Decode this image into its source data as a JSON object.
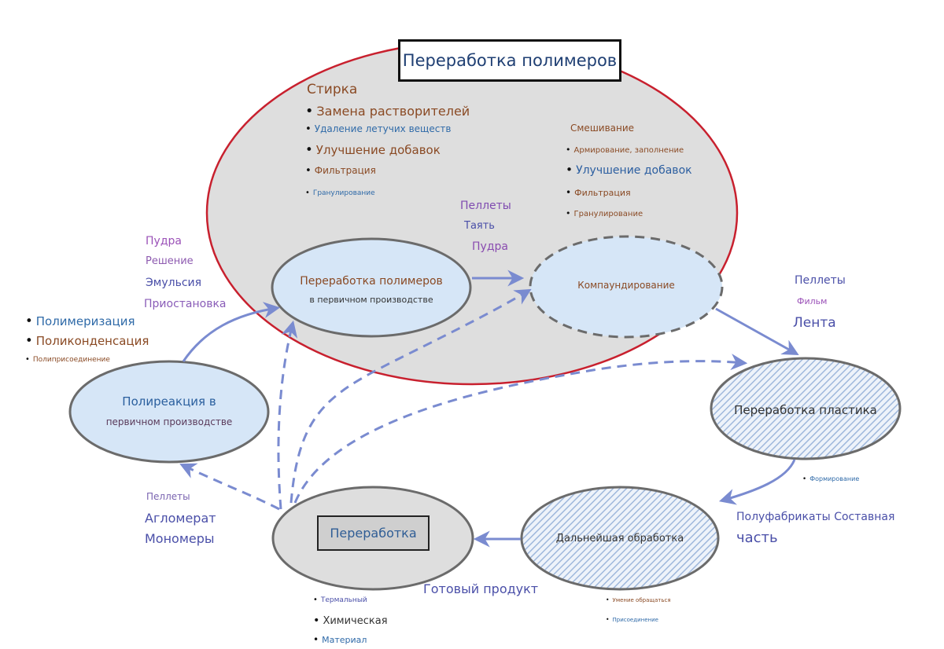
{
  "title": "Переработка полимеров",
  "colors": {
    "main_ellipse_fill": "#dedede",
    "main_ellipse_border": "#c8202e",
    "node_fill": "#d6e6f7",
    "node_border": "#6b6b6b",
    "arrow": "#7a8bd0",
    "hatch": "#9fb8dc"
  },
  "washing": {
    "heading": "Стирка",
    "items": [
      "Замена растворителей",
      "Удаление летучих веществ",
      "Улучшение добавок",
      "Фильтрация",
      "Гранулирование"
    ]
  },
  "mixing": {
    "heading": "Смешивание",
    "items": [
      "Армирование, заполнение",
      "Улучшение добавок",
      "Фильтрация",
      "Гранулирование"
    ]
  },
  "transfer_to_compounding": [
    "Пеллеты",
    "Таять",
    "Пудра"
  ],
  "nodes": {
    "primary_processing": {
      "line1": "Переработка полимеров",
      "line2": "в первичном производстве"
    },
    "compounding": {
      "label": "Компаундирование"
    },
    "polyreaction": {
      "line1": "Полиреакция в",
      "line2": "первичном производстве"
    },
    "plastic_processing": {
      "label": "Переработка пластика"
    },
    "further_processing": {
      "label": "Дальнейшая обработка"
    },
    "recycling": {
      "label": "Переработка"
    }
  },
  "polyreaction_outputs": [
    "Пудра",
    "Решение",
    "Эмульсия",
    "Приостановка"
  ],
  "polyreaction_methods": [
    "Полимеризация",
    "Поликонденсация",
    "Полиприсоединение"
  ],
  "compounding_outputs": [
    "Пеллеты",
    "Фильм",
    "Лента"
  ],
  "plastic_processing_steps": [
    "Формирование"
  ],
  "semi_products": {
    "line1": "Полуфабрикаты Составная",
    "line2": "часть"
  },
  "further_processing_steps": [
    "Умение обращаться",
    "Присоединение"
  ],
  "finished_product": "Готовый продукт",
  "recycling_outputs": [
    "Пеллеты",
    "Агломерат",
    "Мономеры"
  ],
  "recycling_types": [
    "Термальный",
    "Химическая",
    "Материал"
  ]
}
